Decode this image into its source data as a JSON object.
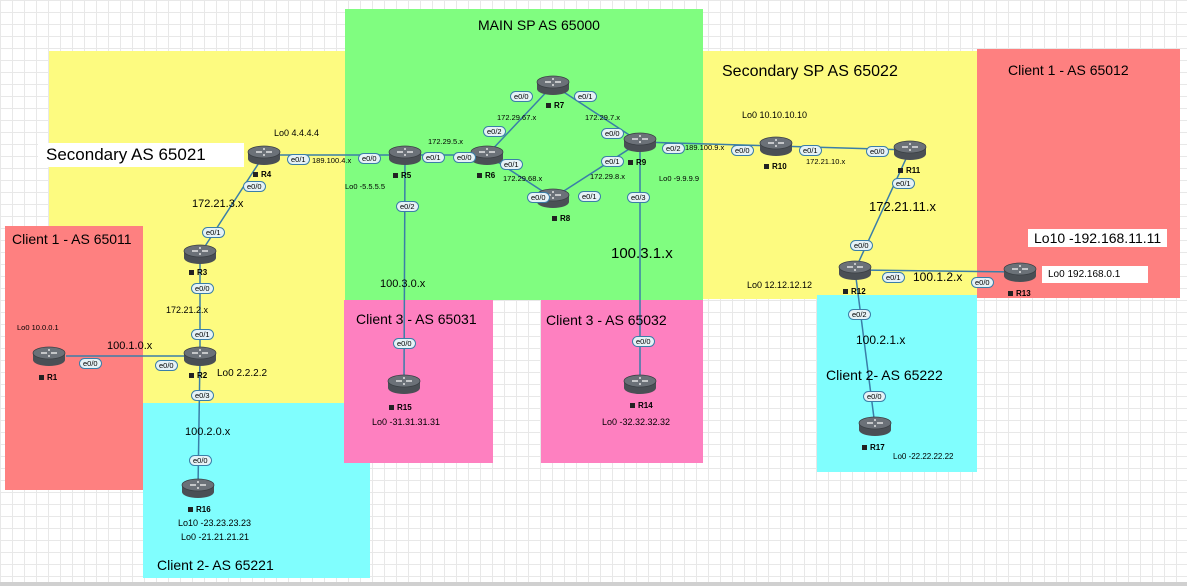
{
  "colors": {
    "client_red": "#fe8080",
    "yellow": "#fdfb80",
    "green": "#80fd80",
    "pink": "#fe80c0",
    "cyan": "#80fefe",
    "router": "#4a4f55",
    "link": "#3a7ea8"
  },
  "regions": {
    "sec21_title": "Secondary AS 65021",
    "main_title": "MAIN SP AS 65000",
    "sec22_title": "Secondary SP AS 65022",
    "c65012_title": "Client 1 - AS 65012",
    "c65011_title": "Client 1 - AS 65011",
    "c65031_title": "Client 3 - AS 65031",
    "c65032_title": "Client 3 - AS 65032",
    "c65221_title": "Client 2- AS 65221",
    "c65222_title": "Client 2- AS 65222"
  },
  "routers": [
    "R1",
    "R2",
    "R3",
    "R4",
    "R5",
    "R6",
    "R7",
    "R8",
    "R9",
    "R10",
    "R11",
    "R12",
    "R13",
    "R14",
    "R15",
    "R16",
    "R17"
  ],
  "loopbacks": {
    "r4": "Lo0 4.4.4.4",
    "r5": "Lo0 -5.5.5.5",
    "r9": "Lo0 -9.9.9.9",
    "r10": "Lo0 10.10.10.10",
    "r12": "Lo0 12.12.12.12",
    "r13_lo10": "Lo10 -192.168.11.11",
    "r13_lo0": "Lo0 192.168.0.1",
    "r1": "Lo0 10.0.0.1",
    "r2": "Lo0 2.2.2.2",
    "r15": "Lo0 -31.31.31.31",
    "r14": "Lo0 -32.32.32.32",
    "r16_lo10": "Lo10 -23.23.23.23",
    "r16_lo0": "Lo0 -21.21.21.21",
    "r17": "Lo0 -22.22.22.22"
  },
  "subnets": {
    "n172_21_3": "172.21.3.x",
    "n172_21_2": "172.21.2.x",
    "n100_1_0": "100.1.0.x",
    "n100_2_0": "100.2.0.x",
    "n189_100_4": "189.100.4.x",
    "n172_29_5": "172.29.5.x",
    "n172_29_67": "172.29.67.x",
    "n172_29_7": "172.29.7.x",
    "n172_29_68": "172.29.68.x",
    "n172_29_8": "172.29.8.x",
    "n100_3_0": "100.3.0.x",
    "n100_3_1": "100.3.1.x",
    "n189_100_9": "189.100.9.x",
    "n172_21_10": "172.21.10.x",
    "n172_21_11": "172.21.11.x",
    "n100_1_2": "100.1.2.x",
    "n100_2_1": "100.2.1.x"
  },
  "interfaces": {
    "e00": "e0/0",
    "e01": "e0/1",
    "e02": "e0/2",
    "e03": "e0/3"
  }
}
